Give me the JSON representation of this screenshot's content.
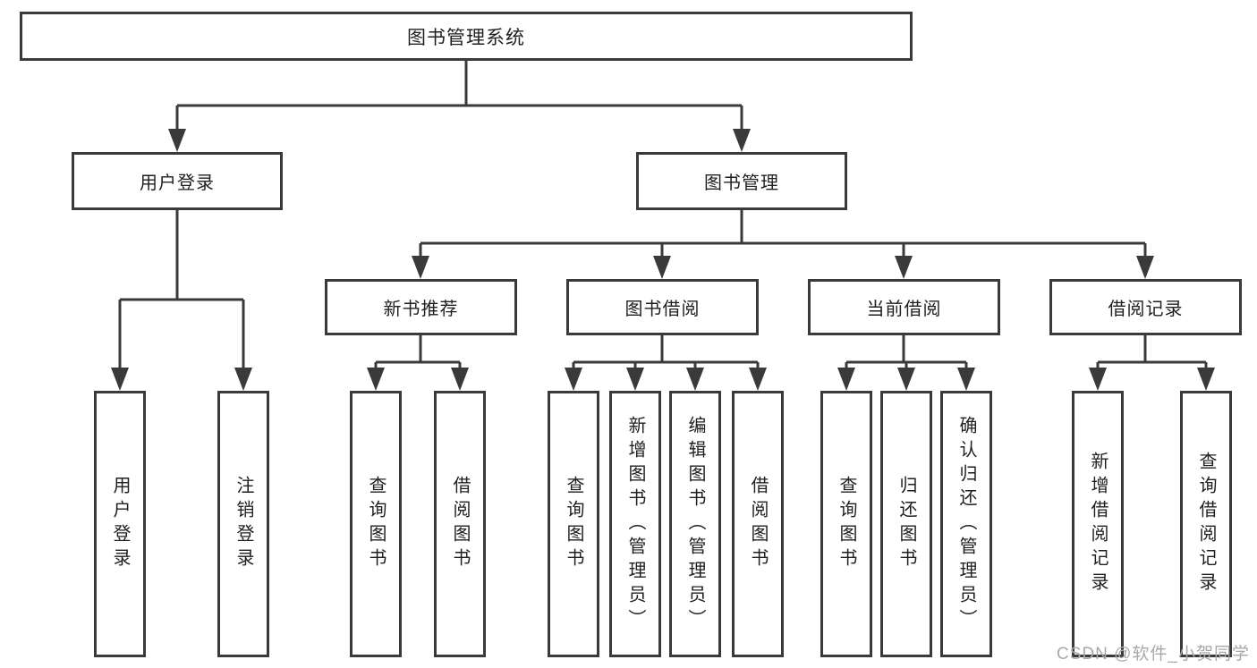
{
  "tree": {
    "root": "图书管理系统",
    "branches": [
      {
        "label": "用户登录",
        "children": [
          "用户登录",
          "注销登录"
        ]
      },
      {
        "label": "图书管理",
        "sections": [
          {
            "label": "新书推荐",
            "children": [
              "查询图书",
              "借阅图书"
            ]
          },
          {
            "label": "图书借阅",
            "children": [
              "查询图书",
              "新增图书（管理员）",
              "编辑图书（管理员）",
              "借阅图书"
            ]
          },
          {
            "label": "当前借阅",
            "children": [
              "查询图书",
              "归还图书",
              "确认归还（管理员）"
            ]
          },
          {
            "label": "借阅记录",
            "children": [
              "新增借阅记录",
              "查询借阅记录"
            ]
          }
        ]
      }
    ]
  },
  "watermark": "CSDN @软件_小贺同学",
  "colors": {
    "line": "#3a3a3a",
    "text": "#1f1f1f",
    "watermark": "#a8a8a8",
    "background": "#ffffff"
  }
}
